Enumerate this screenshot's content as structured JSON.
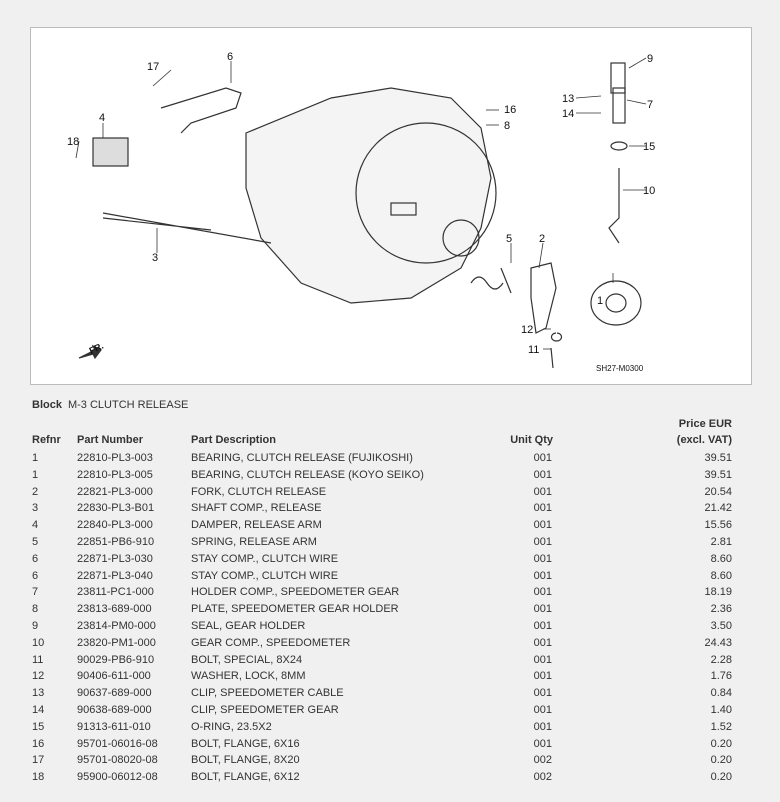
{
  "diagram": {
    "code": "SH27-M0300",
    "front_label": "FR.",
    "callouts": [
      "1",
      "2",
      "3",
      "4",
      "5",
      "6",
      "7",
      "8",
      "9",
      "10",
      "11",
      "12",
      "13",
      "14",
      "15",
      "16",
      "17",
      "18"
    ]
  },
  "block": {
    "label": "Block",
    "name": "M-3 CLUTCH RELEASE"
  },
  "columns": {
    "refnr": "Refnr",
    "part_number": "Part Number",
    "description": "Part Description",
    "unit_qty": "Unit Qty",
    "price_line1": "Price EUR",
    "price_line2": "(excl. VAT)"
  },
  "rows": [
    {
      "ref": "1",
      "pn": "22810-PL3-003",
      "desc": "BEARING, CLUTCH RELEASE (FUJIKOSHI)",
      "qty": "001",
      "price": "39.51"
    },
    {
      "ref": "1",
      "pn": "22810-PL3-005",
      "desc": "BEARING, CLUTCH RELEASE (KOYO SEIKO)",
      "qty": "001",
      "price": "39.51"
    },
    {
      "ref": "2",
      "pn": "22821-PL3-000",
      "desc": "FORK, CLUTCH RELEASE",
      "qty": "001",
      "price": "20.54"
    },
    {
      "ref": "3",
      "pn": "22830-PL3-B01",
      "desc": "SHAFT COMP., RELEASE",
      "qty": "001",
      "price": "21.42"
    },
    {
      "ref": "4",
      "pn": "22840-PL3-000",
      "desc": "DAMPER, RELEASE ARM",
      "qty": "001",
      "price": "15.56"
    },
    {
      "ref": "5",
      "pn": "22851-PB6-910",
      "desc": "SPRING, RELEASE ARM",
      "qty": "001",
      "price": "2.81"
    },
    {
      "ref": "6",
      "pn": "22871-PL3-030",
      "desc": "STAY COMP., CLUTCH WIRE",
      "qty": "001",
      "price": "8.60"
    },
    {
      "ref": "6",
      "pn": "22871-PL3-040",
      "desc": "STAY COMP., CLUTCH WIRE",
      "qty": "001",
      "price": "8.60"
    },
    {
      "ref": "7",
      "pn": "23811-PC1-000",
      "desc": "HOLDER COMP., SPEEDOMETER GEAR",
      "qty": "001",
      "price": "18.19"
    },
    {
      "ref": "8",
      "pn": "23813-689-000",
      "desc": "PLATE, SPEEDOMETER GEAR HOLDER",
      "qty": "001",
      "price": "2.36"
    },
    {
      "ref": "9",
      "pn": "23814-PM0-000",
      "desc": "SEAL, GEAR HOLDER",
      "qty": "001",
      "price": "3.50"
    },
    {
      "ref": "10",
      "pn": "23820-PM1-000",
      "desc": "GEAR COMP., SPEEDOMETER",
      "qty": "001",
      "price": "24.43"
    },
    {
      "ref": "11",
      "pn": "90029-PB6-910",
      "desc": "BOLT, SPECIAL, 8X24",
      "qty": "001",
      "price": "2.28"
    },
    {
      "ref": "12",
      "pn": "90406-611-000",
      "desc": "WASHER, LOCK, 8MM",
      "qty": "001",
      "price": "1.76"
    },
    {
      "ref": "13",
      "pn": "90637-689-000",
      "desc": "CLIP, SPEEDOMETER CABLE",
      "qty": "001",
      "price": "0.84"
    },
    {
      "ref": "14",
      "pn": "90638-689-000",
      "desc": "CLIP, SPEEDOMETER GEAR",
      "qty": "001",
      "price": "1.40"
    },
    {
      "ref": "15",
      "pn": "91313-611-010",
      "desc": "O-RING, 23.5X2",
      "qty": "001",
      "price": "1.52"
    },
    {
      "ref": "16",
      "pn": "95701-06016-08",
      "desc": "BOLT, FLANGE, 6X16",
      "qty": "001",
      "price": "0.20"
    },
    {
      "ref": "17",
      "pn": "95701-08020-08",
      "desc": "BOLT, FLANGE, 8X20",
      "qty": "002",
      "price": "0.20"
    },
    {
      "ref": "18",
      "pn": "95900-06012-08",
      "desc": "BOLT, FLANGE, 6X12",
      "qty": "002",
      "price": "0.20"
    }
  ]
}
